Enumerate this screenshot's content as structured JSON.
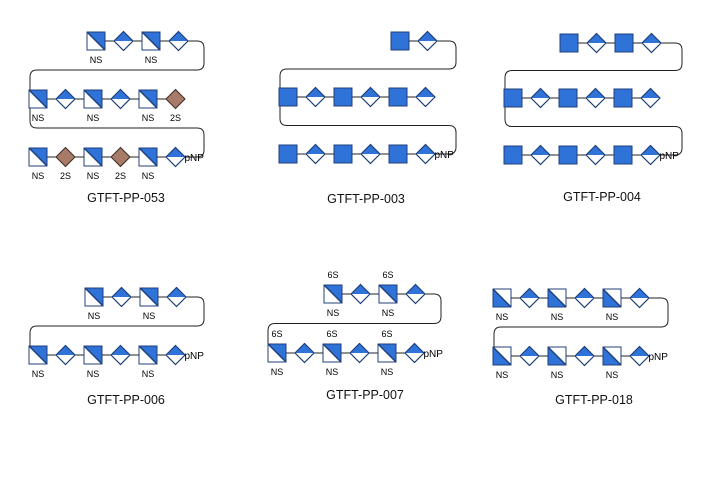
{
  "colors": {
    "blue": "#2f72d8",
    "brown": "#a87b69",
    "white": "#ffffff",
    "stroke": "#1f3f7a",
    "line": "#222222"
  },
  "icons": {
    "glcnac_half_filled": "square-diagonal-icon",
    "glcnac_filled": "filled-square-icon",
    "glca": "diamond-icon",
    "idoa": "brown-diamond-icon"
  },
  "end_label": "pNP",
  "compounds": [
    {
      "id": "GTFT-PP-053",
      "rows": [
        [
          {
            "s": "hsq",
            "b": "NS"
          },
          {
            "s": "dia"
          },
          {
            "s": "hsq",
            "b": "NS"
          },
          {
            "s": "dia"
          }
        ],
        [
          {
            "s": "hsq",
            "b": "NS"
          },
          {
            "s": "dia"
          },
          {
            "s": "hsq",
            "b": "NS"
          },
          {
            "s": "dia"
          },
          {
            "s": "hsq",
            "b": "NS"
          },
          {
            "s": "brn",
            "b": "2S"
          }
        ],
        [
          {
            "s": "hsq",
            "b": "NS"
          },
          {
            "s": "brn",
            "b": "2S"
          },
          {
            "s": "hsq",
            "b": "NS"
          },
          {
            "s": "brn",
            "b": "2S"
          },
          {
            "s": "hsq",
            "b": "NS"
          },
          {
            "s": "dia"
          }
        ]
      ]
    },
    {
      "id": "GTFT-PP-003",
      "rows": [
        [
          {
            "s": "fsq"
          },
          {
            "s": "dia"
          }
        ],
        [
          {
            "s": "fsq"
          },
          {
            "s": "dia"
          },
          {
            "s": "fsq"
          },
          {
            "s": "dia"
          },
          {
            "s": "fsq"
          },
          {
            "s": "dia"
          }
        ],
        [
          {
            "s": "fsq"
          },
          {
            "s": "dia"
          },
          {
            "s": "fsq"
          },
          {
            "s": "dia"
          },
          {
            "s": "fsq"
          },
          {
            "s": "dia"
          }
        ]
      ]
    },
    {
      "id": "GTFT-PP-004",
      "rows": [
        [
          {
            "s": "fsq"
          },
          {
            "s": "dia"
          },
          {
            "s": "fsq"
          },
          {
            "s": "dia"
          }
        ],
        [
          {
            "s": "fsq"
          },
          {
            "s": "dia"
          },
          {
            "s": "fsq"
          },
          {
            "s": "dia"
          },
          {
            "s": "fsq"
          },
          {
            "s": "dia"
          }
        ],
        [
          {
            "s": "fsq"
          },
          {
            "s": "dia"
          },
          {
            "s": "fsq"
          },
          {
            "s": "dia"
          },
          {
            "s": "fsq"
          },
          {
            "s": "dia"
          }
        ]
      ]
    },
    {
      "id": "GTFT-PP-006",
      "rows": [
        [
          {
            "s": "hsq",
            "b": "NS"
          },
          {
            "s": "dia"
          },
          {
            "s": "hsq",
            "b": "NS"
          },
          {
            "s": "dia"
          }
        ],
        [
          {
            "s": "hsq",
            "b": "NS"
          },
          {
            "s": "dia"
          },
          {
            "s": "hsq",
            "b": "NS"
          },
          {
            "s": "dia"
          },
          {
            "s": "hsq",
            "b": "NS"
          },
          {
            "s": "dia"
          }
        ]
      ]
    },
    {
      "id": "GTFT-PP-007",
      "rows": [
        [
          {
            "s": "hsq",
            "t": "6S",
            "b": "NS"
          },
          {
            "s": "dia"
          },
          {
            "s": "hsq",
            "t": "6S",
            "b": "NS"
          },
          {
            "s": "dia"
          }
        ],
        [
          {
            "s": "hsq",
            "t": "6S",
            "b": "NS"
          },
          {
            "s": "dia"
          },
          {
            "s": "hsq",
            "t": "6S",
            "b": "NS"
          },
          {
            "s": "dia"
          },
          {
            "s": "hsq",
            "t": "6S",
            "b": "NS"
          },
          {
            "s": "dia"
          }
        ]
      ]
    },
    {
      "id": "GTFT-PP-018",
      "rows": [
        [
          {
            "s": "rsq",
            "b": "NS"
          },
          {
            "s": "dia"
          },
          {
            "s": "rsq",
            "b": "NS"
          },
          {
            "s": "dia"
          },
          {
            "s": "rsq",
            "b": "NS"
          },
          {
            "s": "dia"
          }
        ],
        [
          {
            "s": "rsq",
            "b": "NS"
          },
          {
            "s": "dia"
          },
          {
            "s": "rsq",
            "b": "NS"
          },
          {
            "s": "dia"
          },
          {
            "s": "rsq",
            "b": "NS"
          },
          {
            "s": "dia"
          }
        ]
      ]
    }
  ]
}
